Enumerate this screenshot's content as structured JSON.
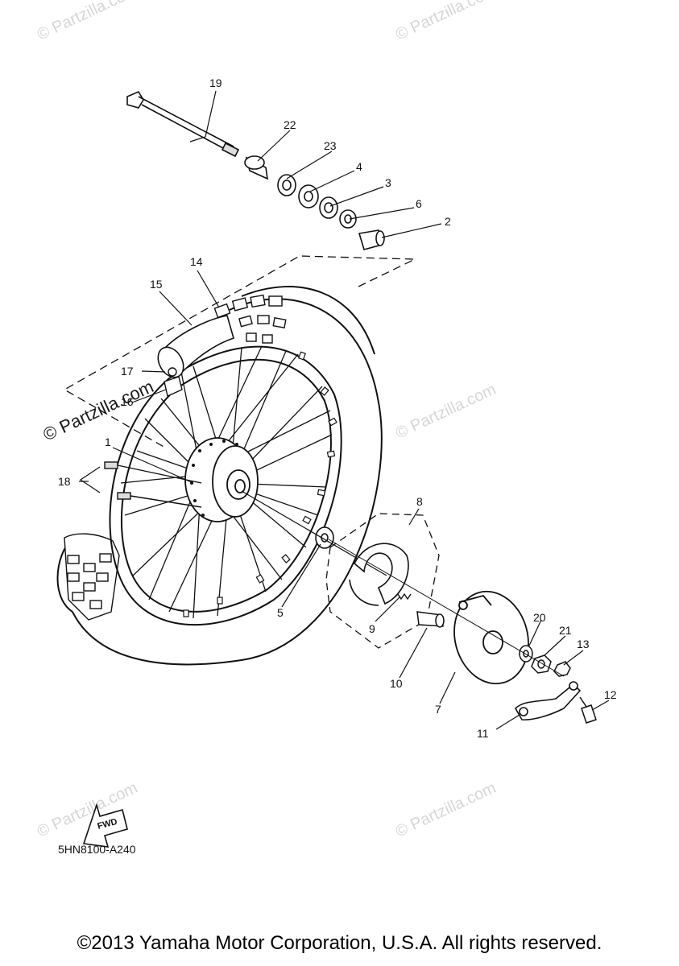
{
  "diagram": {
    "code": "5HN8100-A240",
    "fwd_label": "FWD",
    "watermark": "© Partzilla.com",
    "callouts": [
      {
        "id": "1",
        "label": "1"
      },
      {
        "id": "2",
        "label": "2"
      },
      {
        "id": "3",
        "label": "3"
      },
      {
        "id": "4",
        "label": "4"
      },
      {
        "id": "5",
        "label": "5"
      },
      {
        "id": "6",
        "label": "6"
      },
      {
        "id": "7",
        "label": "7"
      },
      {
        "id": "8",
        "label": "8"
      },
      {
        "id": "9",
        "label": "9"
      },
      {
        "id": "10",
        "label": "10"
      },
      {
        "id": "11",
        "label": "11"
      },
      {
        "id": "12",
        "label": "12"
      },
      {
        "id": "13",
        "label": "13"
      },
      {
        "id": "14",
        "label": "14"
      },
      {
        "id": "15",
        "label": "15"
      },
      {
        "id": "16",
        "label": "16"
      },
      {
        "id": "17",
        "label": "17"
      },
      {
        "id": "18",
        "label": "18"
      },
      {
        "id": "19",
        "label": "19"
      },
      {
        "id": "20",
        "label": "20"
      },
      {
        "id": "21",
        "label": "21"
      },
      {
        "id": "22",
        "label": "22"
      },
      {
        "id": "23",
        "label": "23"
      }
    ]
  },
  "footer": {
    "copyright": "©2013 Yamaha Motor Corporation, U.S.A. All rights reserved."
  }
}
